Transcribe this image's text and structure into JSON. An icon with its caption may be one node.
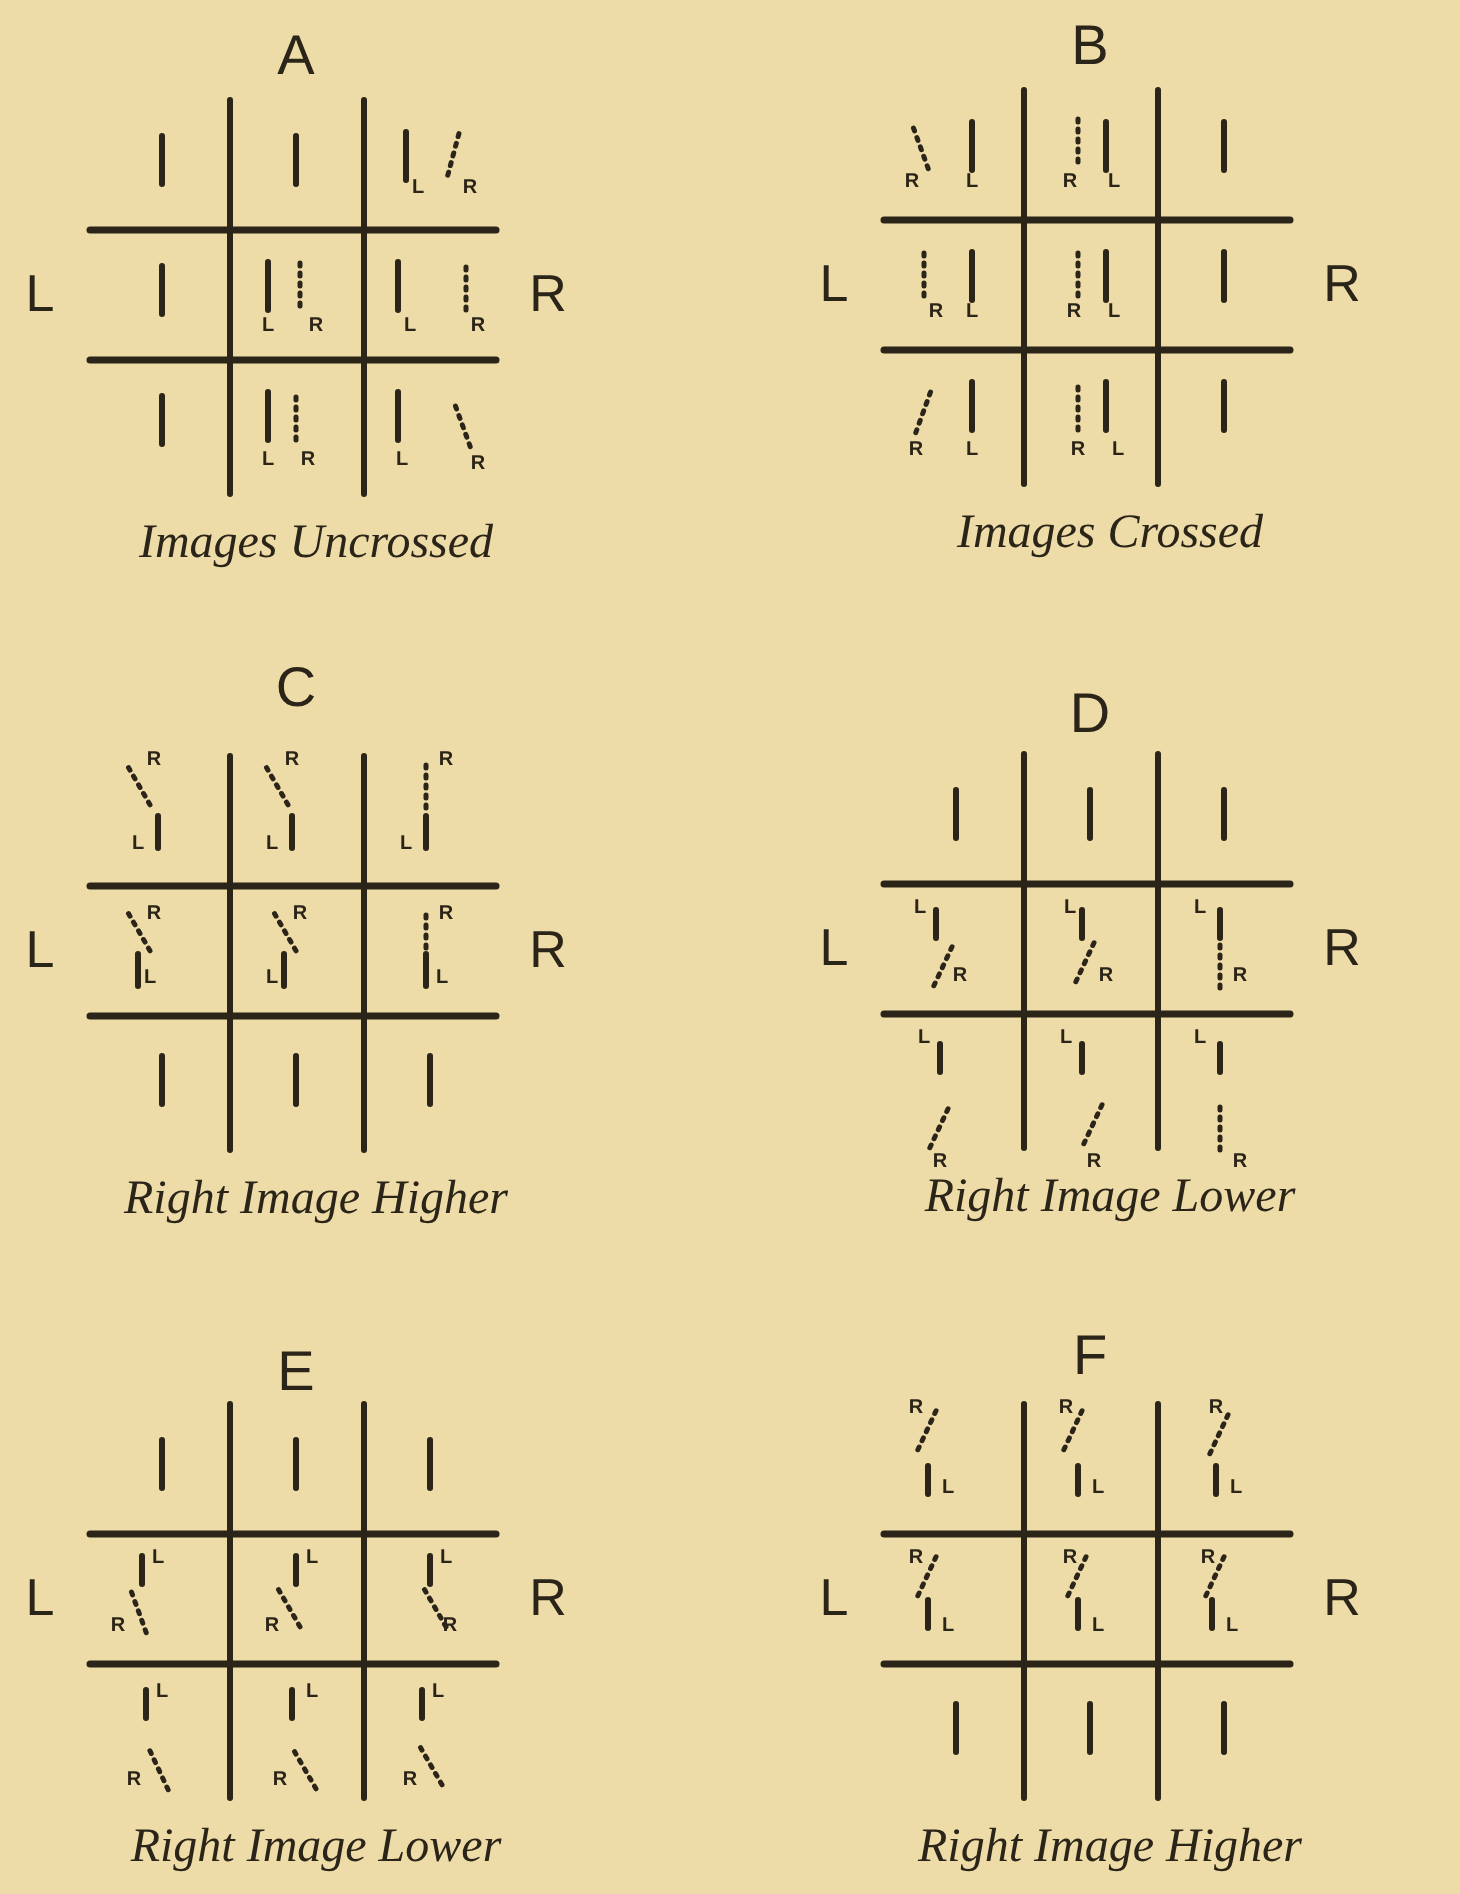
{
  "diagram": {
    "labels": [
      "A",
      "L",
      "R",
      "L",
      "L",
      "R",
      "L",
      "R",
      "R",
      "L",
      "R",
      "L",
      "R",
      "Images Uncrossed",
      "B",
      "R",
      "L",
      "R",
      "L",
      "L",
      "R",
      "L",
      "R",
      "L",
      "R",
      "R",
      "L",
      "R",
      "L",
      "Images Crossed",
      "C",
      "R",
      "L",
      "R",
      "L",
      "R",
      "L",
      "L",
      "R",
      "L",
      "R",
      "L",
      "R",
      "L",
      "R",
      "Right Image Higher",
      "D",
      "L",
      "L",
      "R",
      "L",
      "R",
      "L",
      "R",
      "R",
      "L",
      "R",
      "L",
      "R",
      "L",
      "R",
      "Right Image Lower",
      "E",
      "L",
      "L",
      "R",
      "L",
      "R",
      "L",
      "R",
      "R",
      "L",
      "R",
      "L",
      "R",
      "L",
      "R",
      "Right Image Lower",
      "F",
      "R",
      "L",
      "R",
      "L",
      "R",
      "L",
      "L",
      "R",
      "L",
      "R",
      "L",
      "R",
      "L",
      "R",
      "Right Image Higher"
    ]
  }
}
